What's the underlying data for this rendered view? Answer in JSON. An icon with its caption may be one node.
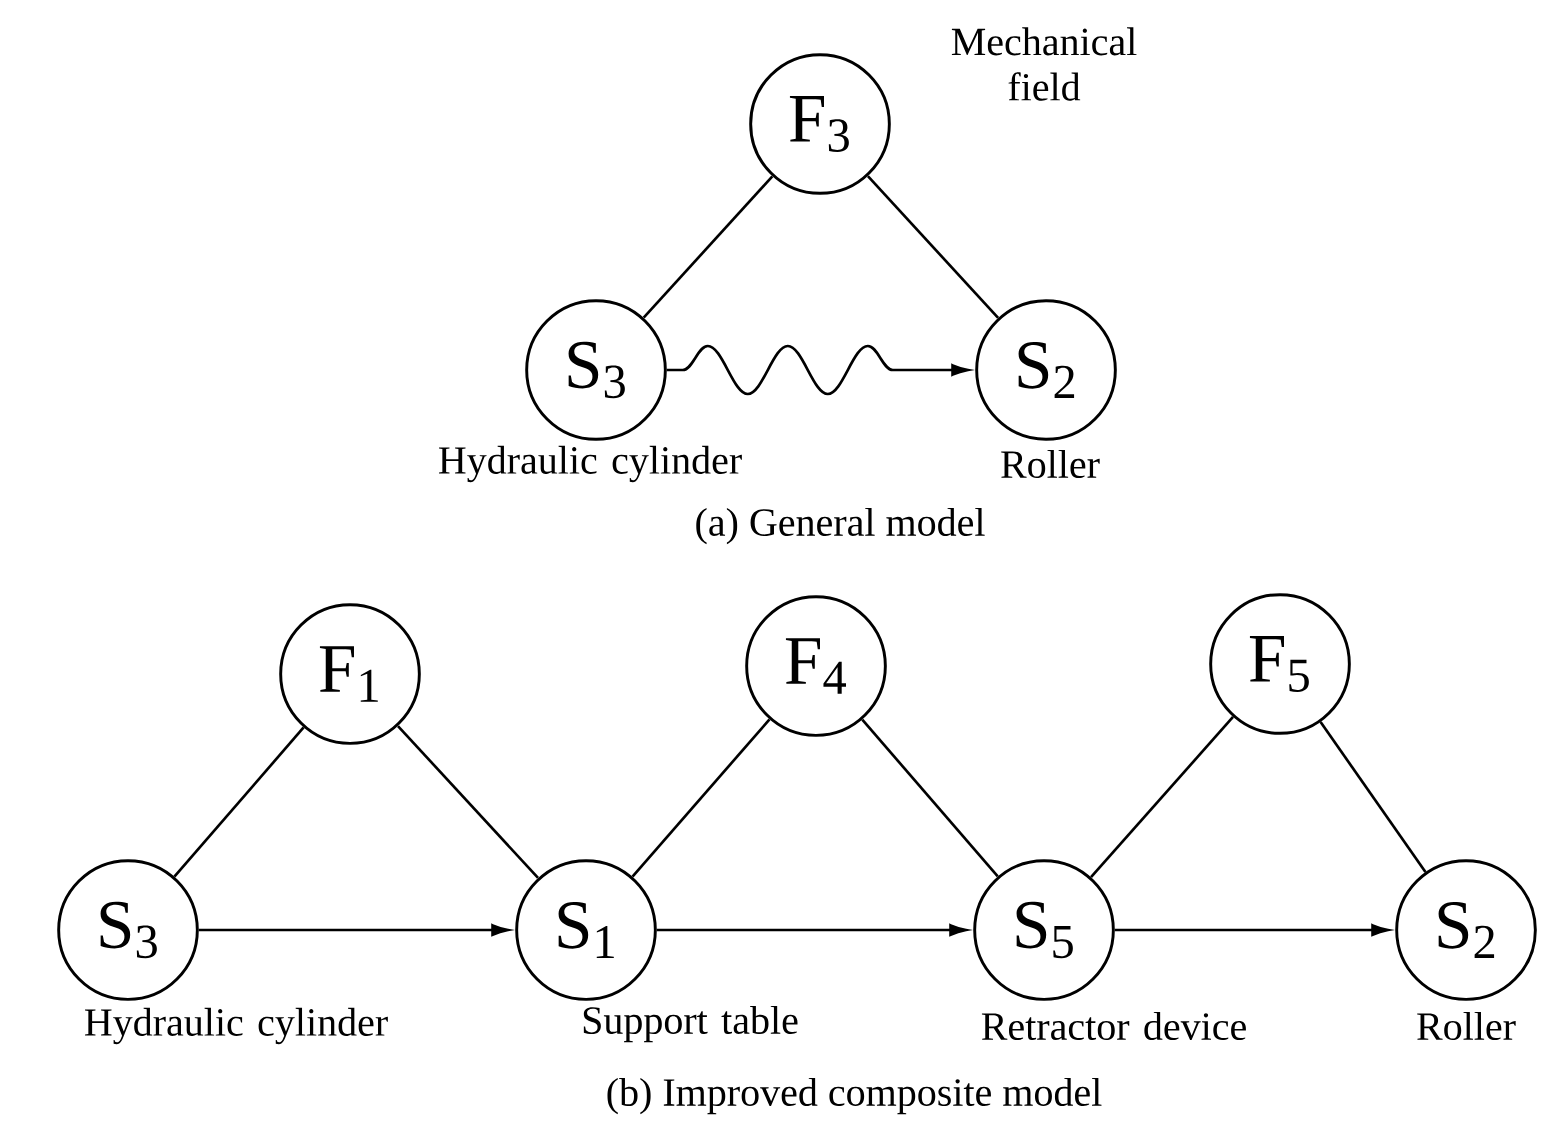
{
  "diagram": {
    "nodes": [
      {
        "text": [
          "F$_{3}$"
        ],
        "beside": [
          "Mechanical field"
        ]
      },
      {
        "text": [
          "S$_{3}$"
        ],
        "beside": [
          "Hydraulic cylinder"
        ]
      },
      {
        "text": [
          "S$_{2}$"
        ],
        "beside": [
          "Roller"
        ]
      },
      {
        "text": [
          "F$_{1}$"
        ]
      },
      {
        "text": [
          "F$_{4}$"
        ]
      },
      {
        "text": [
          "F$_{5}$"
        ]
      },
      {
        "text": [
          "S$_{3}$"
        ],
        "beside": [
          "Hydraulic cylinder"
        ]
      },
      {
        "text": [
          "S$_{1}$"
        ],
        "beside": [
          "Support table"
        ]
      },
      {
        "text": [
          "S$_{5}$"
        ],
        "beside": [
          "Retractor device"
        ]
      },
      {
        "text": [
          "S$_{2}$"
        ],
        "beside": [
          "Roller"
        ]
      }
    ],
    "edges": [
      {
        "from": 0,
        "to": 1,
        "arrow": "none"
      },
      {
        "from": 0,
        "to": 2,
        "arrow": "none"
      },
      {
        "from": 1,
        "to": 2,
        "arrow": "to"
      },
      {
        "from": 3,
        "to": 6,
        "arrow": "none"
      },
      {
        "from": 3,
        "to": 7,
        "arrow": "none"
      },
      {
        "from": 4,
        "to": 7,
        "arrow": "none"
      },
      {
        "from": 4,
        "to": 8,
        "arrow": "none"
      },
      {
        "from": 5,
        "to": 8,
        "arrow": "none"
      },
      {
        "from": 5,
        "to": 9,
        "arrow": "none"
      },
      {
        "from": 6,
        "to": 7,
        "arrow": "to"
      },
      {
        "from": 7,
        "to": 8,
        "arrow": "to"
      },
      {
        "from": 8,
        "to": 9,
        "arrow": "to"
      }
    ],
    "labels": [
      "(a) General model",
      "(b) Improved composite model"
    ]
  }
}
